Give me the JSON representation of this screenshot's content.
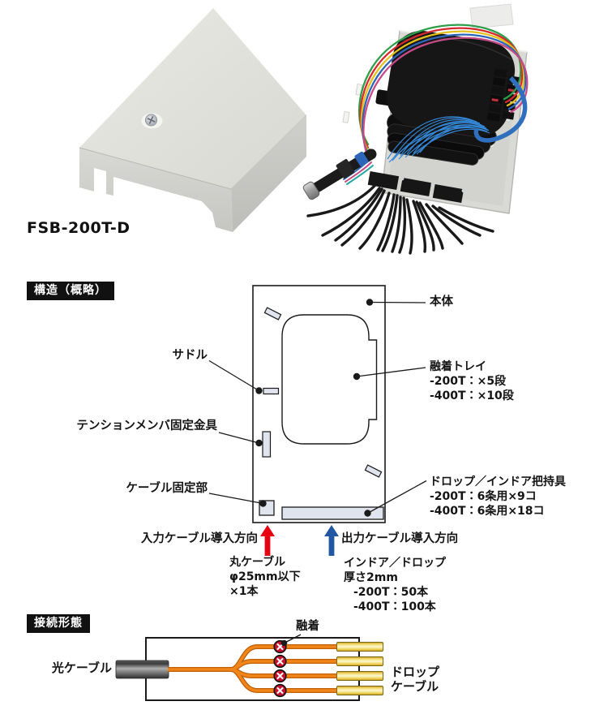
{
  "product": {
    "model": "FSB-200T-D"
  },
  "sections": {
    "structure": {
      "title": "構造（概略）",
      "labels": {
        "body": "本体",
        "saddle": "サドル",
        "tension_bracket": "テンションメンバ固定金具",
        "cable_fixing": "ケーブル固定部",
        "tray_title": "融着トレイ",
        "tray_spec_200": "-200T：×5段",
        "tray_spec_400": "-400T：×10段",
        "gripper_title": "ドロップ／インドア把持具",
        "gripper_spec_200": "-200T：6条用×9コ",
        "gripper_spec_400": "-400T：6条用×18コ",
        "input_direction": "入力ケーブル導入方向",
        "output_direction": "出力ケーブル導入方向",
        "round_cable_line1": "丸ケーブル",
        "round_cable_line2": "φ25mm以下",
        "round_cable_line3": "×1本",
        "indoor_drop_line1": "インドア／ドロップ",
        "indoor_drop_line2": "厚さ2mm",
        "indoor_drop_line3": "-200T：50本",
        "indoor_drop_line4": "-400T：100本"
      },
      "colors": {
        "input_arrow": "#e60012",
        "output_arrow": "#2257a4",
        "fitting_fill": "#dfe4ee"
      }
    },
    "connection": {
      "title": "接続形態",
      "labels": {
        "optical_cable": "光ケーブル",
        "fusion": "融着",
        "drop_cable_line1": "ドロップ",
        "drop_cable_line2": "ケーブル"
      },
      "colors": {
        "fiber_orange": "#e87f10",
        "fusion_red": "#c8102e",
        "drop_yellow": "#f2d44a"
      }
    }
  }
}
